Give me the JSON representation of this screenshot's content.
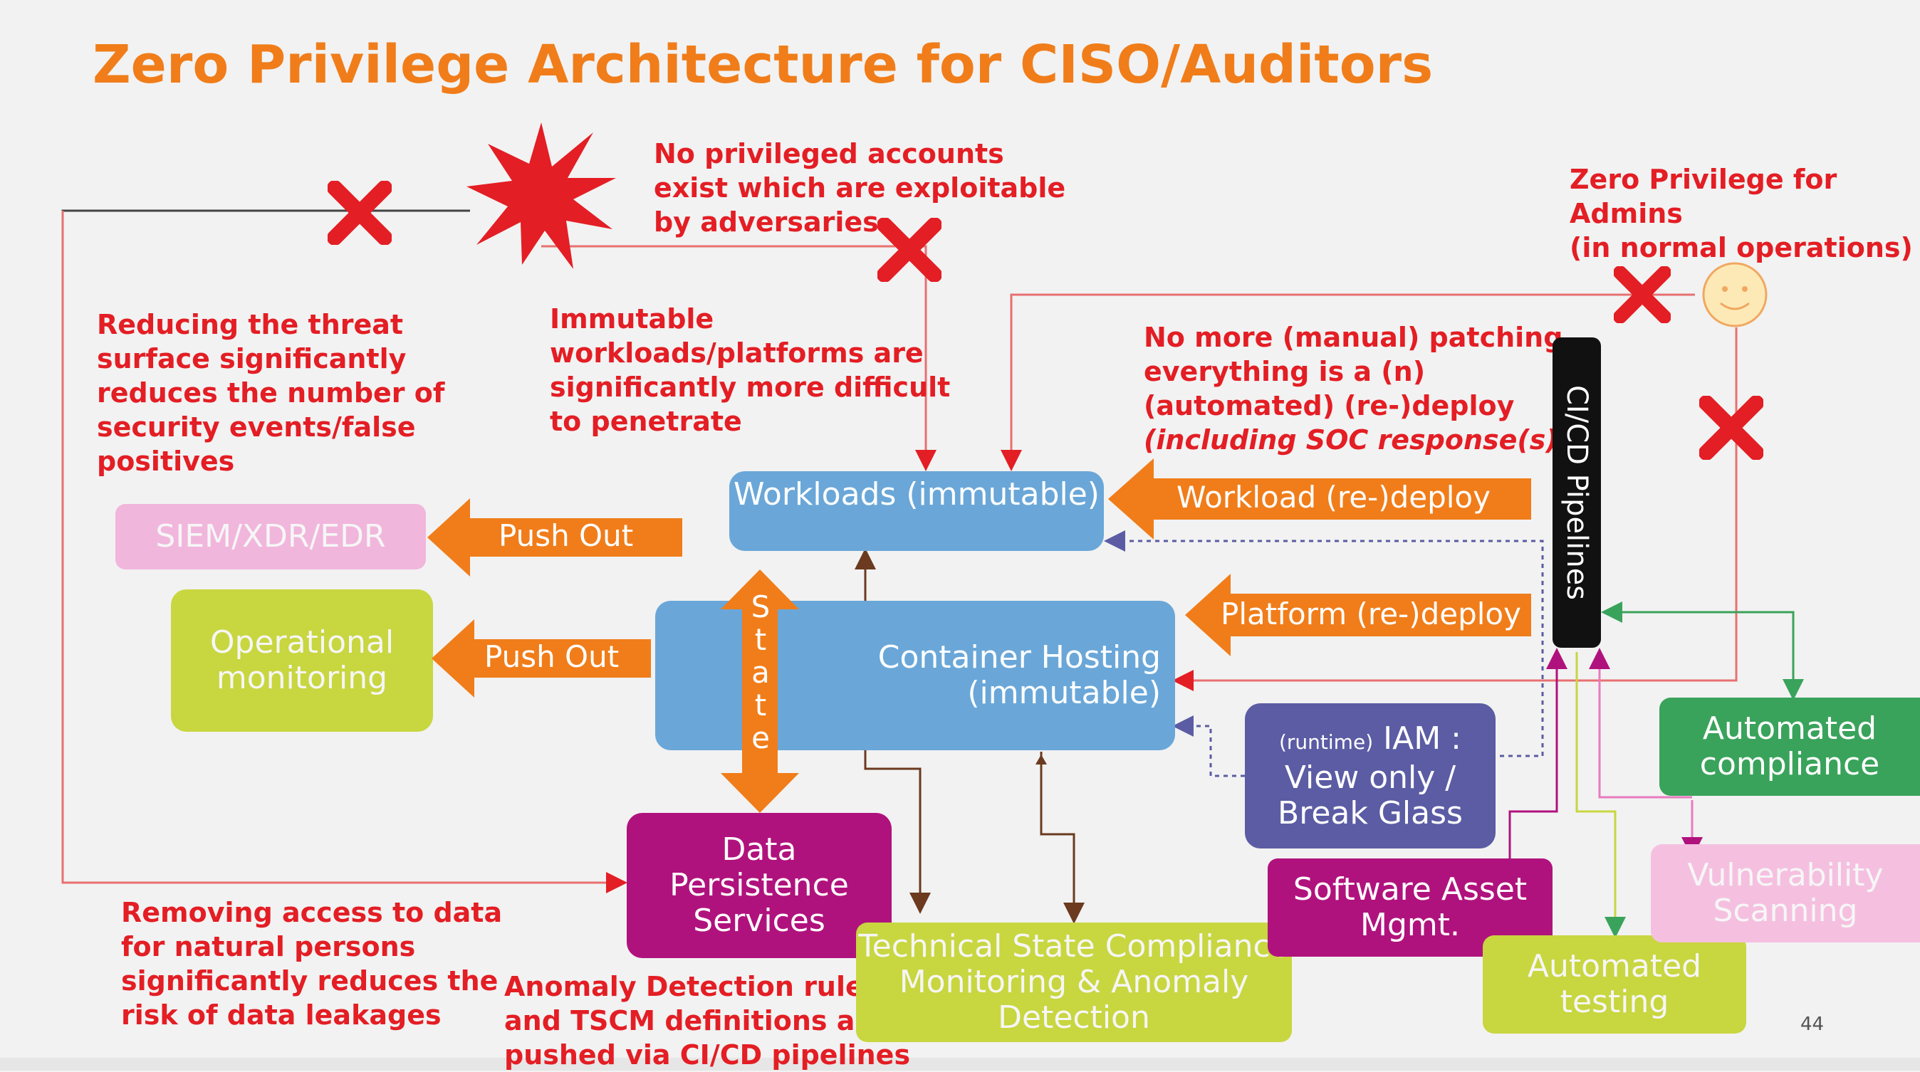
{
  "title": "Zero Privilege Architecture for CISO/Auditors",
  "notes": {
    "no_privileged": "No privileged accounts\nexist which are exploitable\nby adversaries",
    "zero_privilege_admins": "Zero Privilege for Admins\n(in normal operations)",
    "reducing_threat": "Reducing the threat\nsurface significantly\nreduces the number of\nsecurity events/false\npositives",
    "immutable": "Immutable\nworkloads/platforms are\nsignificantly more difficult\nto penetrate",
    "no_more_patching": "No more (manual) patching,\neverything is a (n)\n(automated) (re-)deploy",
    "soc_response": "(including SOC response(s) !)",
    "removing_access": "Removing access to data\nfor natural persons\nsignificantly reduces the\nrisk of data leakages",
    "anomaly_rules": "Anomaly Detection rules\nand TSCM definitions are\npushed via CI/CD pipelines"
  },
  "boxes": {
    "siem": "SIEM/XDR/EDR",
    "operational_monitoring": "Operational\nmonitoring",
    "workloads": "Workloads (immutable)",
    "container_hosting": "Container Hosting\n(immutable)",
    "iam_prefix": "(runtime)",
    "iam": " IAM :\nView only /\nBreak Glass",
    "data_persistence": "Data\nPersistence\nServices",
    "tscm": "Technical State Compliance\nMonitoring & Anomaly\nDetection",
    "software_asset": "Software Asset\nMgmt.",
    "automated_testing": "Automated\ntesting",
    "automated_compliance": "Automated\ncompliance",
    "vulnerability_scanning": "Vulnerability\nScanning"
  },
  "arrows": {
    "push_out_1": "Push Out",
    "push_out_2": "Push Out",
    "workload_deploy": "Workload (re-)deploy",
    "platform_deploy": "Platform (re-)deploy",
    "state": "S t a t e"
  },
  "cicd": "CI/CD Pipelines",
  "page_number": "44",
  "colors": {
    "title": "#f07d1a",
    "notes": "#e31e24",
    "arrow_orange": "#f07d1a",
    "workloads_blue": "#6aa7d8",
    "container_blue": "#6aa7d8",
    "siem_pink": "#f1b6dc",
    "green_light": "#c8d640",
    "magenta": "#b0127d",
    "iam_purple": "#5b5ca4",
    "compliance_green": "#3aa35b",
    "vuln_pink": "#f5c0e0"
  }
}
